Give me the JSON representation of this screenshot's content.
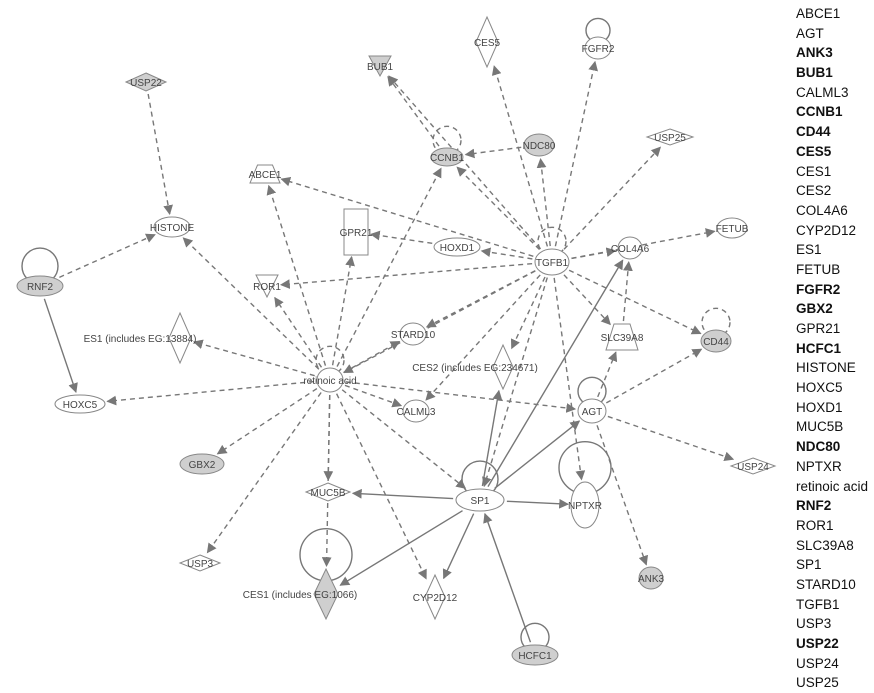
{
  "network": {
    "nodes": [
      {
        "id": "usp22",
        "label": "USP22",
        "shape": "diamond",
        "fill": "#cfcfcf"
      },
      {
        "id": "bub1",
        "label": "BUB1",
        "shape": "triangle-down",
        "fill": "#cfcfcf"
      },
      {
        "id": "ces5",
        "label": "CES5",
        "shape": "diamond",
        "fill": "#ffffff"
      },
      {
        "id": "fgfr2",
        "label": "FGFR2",
        "shape": "ellipse",
        "fill": "#ffffff"
      },
      {
        "id": "ndc80",
        "label": "NDC80",
        "shape": "circle",
        "fill": "#cfcfcf"
      },
      {
        "id": "usp25",
        "label": "USP25",
        "shape": "diamond",
        "fill": "#ffffff"
      },
      {
        "id": "ccnb1",
        "label": "CCNB1",
        "shape": "circle",
        "fill": "#cfcfcf"
      },
      {
        "id": "abce1",
        "label": "ABCE1",
        "shape": "trapezoid",
        "fill": "#ffffff"
      },
      {
        "id": "histone",
        "label": "HISTONE",
        "shape": "circle",
        "fill": "#ffffff"
      },
      {
        "id": "gpr21",
        "label": "GPR21",
        "shape": "rect",
        "fill": "#ffffff"
      },
      {
        "id": "hoxd1",
        "label": "HOXD1",
        "shape": "ellipse",
        "fill": "#ffffff"
      },
      {
        "id": "tgfb1",
        "label": "TGFB1",
        "shape": "circle",
        "fill": "#ffffff"
      },
      {
        "id": "col4a6",
        "label": "COL4A6",
        "shape": "circle",
        "fill": "#ffffff"
      },
      {
        "id": "fetub",
        "label": "FETUB",
        "shape": "circle",
        "fill": "#ffffff"
      },
      {
        "id": "rnf2",
        "label": "RNF2",
        "shape": "ellipse",
        "fill": "#cfcfcf"
      },
      {
        "id": "ror1",
        "label": "ROR1",
        "shape": "triangle-down",
        "fill": "#ffffff"
      },
      {
        "id": "stard10",
        "label": "STARD10",
        "shape": "circle",
        "fill": "#ffffff"
      },
      {
        "id": "slc39a8",
        "label": "SLC39A8",
        "shape": "trapezoid",
        "fill": "#ffffff"
      },
      {
        "id": "cd44",
        "label": "CD44",
        "shape": "circle",
        "fill": "#cfcfcf"
      },
      {
        "id": "es1",
        "label": "ES1 (includes EG:13884)",
        "shape": "diamond",
        "fill": "#ffffff"
      },
      {
        "id": "retinoic",
        "label": "retinoic acid",
        "shape": "circle",
        "fill": "#ffffff"
      },
      {
        "id": "ces2",
        "label": "CES2 (includes EG:234671)",
        "shape": "diamond",
        "fill": "#ffffff"
      },
      {
        "id": "hoxc5",
        "label": "HOXC5",
        "shape": "ellipse",
        "fill": "#ffffff"
      },
      {
        "id": "calml3",
        "label": "CALML3",
        "shape": "circle",
        "fill": "#ffffff"
      },
      {
        "id": "agt",
        "label": "AGT",
        "shape": "circle",
        "fill": "#ffffff"
      },
      {
        "id": "gbx2",
        "label": "GBX2",
        "shape": "ellipse",
        "fill": "#cfcfcf"
      },
      {
        "id": "usp24",
        "label": "USP24",
        "shape": "diamond",
        "fill": "#ffffff"
      },
      {
        "id": "muc5b",
        "label": "MUC5B",
        "shape": "diamond",
        "fill": "#ffffff"
      },
      {
        "id": "sp1",
        "label": "SP1",
        "shape": "ellipse",
        "fill": "#ffffff"
      },
      {
        "id": "nptxr",
        "label": "NPTXR",
        "shape": "ellipse",
        "fill": "#ffffff"
      },
      {
        "id": "usp3",
        "label": "USP3",
        "shape": "diamond",
        "fill": "#ffffff"
      },
      {
        "id": "ces1",
        "label": "CES1 (includes EG:1066)",
        "shape": "diamond",
        "fill": "#cfcfcf"
      },
      {
        "id": "cyp2d12",
        "label": "CYP2D12",
        "shape": "diamond",
        "fill": "#ffffff"
      },
      {
        "id": "ank3",
        "label": "ANK3",
        "shape": "circle",
        "fill": "#cfcfcf"
      },
      {
        "id": "hcfc1",
        "label": "HCFC1",
        "shape": "ellipse",
        "fill": "#cfcfcf"
      }
    ],
    "edges": [
      {
        "from": "usp22",
        "to": "histone",
        "style": "dashed"
      },
      {
        "from": "rnf2",
        "to": "histone",
        "style": "dashed"
      },
      {
        "from": "rnf2",
        "to": "hoxc5",
        "style": "solid"
      },
      {
        "from": "tgfb1",
        "to": "bub1",
        "style": "dashed"
      },
      {
        "from": "tgfb1",
        "to": "ces5",
        "style": "dashed"
      },
      {
        "from": "tgfb1",
        "to": "fgfr2",
        "style": "dashed"
      },
      {
        "from": "tgfb1",
        "to": "ndc80",
        "style": "dashed"
      },
      {
        "from": "tgfb1",
        "to": "usp25",
        "style": "dashed"
      },
      {
        "from": "tgfb1",
        "to": "ccnb1",
        "style": "dashed"
      },
      {
        "from": "tgfb1",
        "to": "abce1",
        "style": "dashed"
      },
      {
        "from": "tgfb1",
        "to": "hoxd1",
        "style": "dashed"
      },
      {
        "from": "tgfb1",
        "to": "col4a6",
        "style": "dashed"
      },
      {
        "from": "tgfb1",
        "to": "fetub",
        "style": "dashed"
      },
      {
        "from": "tgfb1",
        "to": "ror1",
        "style": "dashed"
      },
      {
        "from": "tgfb1",
        "to": "stard10",
        "style": "dashed"
      },
      {
        "from": "tgfb1",
        "to": "slc39a8",
        "style": "dashed"
      },
      {
        "from": "tgfb1",
        "to": "cd44",
        "style": "dashed"
      },
      {
        "from": "tgfb1",
        "to": "ces2",
        "style": "dashed"
      },
      {
        "from": "tgfb1",
        "to": "calml3",
        "style": "dashed"
      },
      {
        "from": "tgfb1",
        "to": "nptxr",
        "style": "dashed"
      },
      {
        "from": "tgfb1",
        "to": "sp1",
        "style": "dashed"
      },
      {
        "from": "tgfb1",
        "to": "retinoic",
        "style": "dashed"
      },
      {
        "from": "hoxd1",
        "to": "gpr21",
        "style": "dashed"
      },
      {
        "from": "ndc80",
        "to": "ccnb1",
        "style": "dashed"
      },
      {
        "from": "ccnb1",
        "to": "bub1",
        "style": "dashed"
      },
      {
        "from": "slc39a8",
        "to": "col4a6",
        "style": "dashed"
      },
      {
        "from": "retinoic",
        "to": "histone",
        "style": "dashed"
      },
      {
        "from": "retinoic",
        "to": "abce1",
        "style": "dashed"
      },
      {
        "from": "retinoic",
        "to": "gpr21",
        "style": "dashed"
      },
      {
        "from": "retinoic",
        "to": "ror1",
        "style": "dashed"
      },
      {
        "from": "retinoic",
        "to": "stard10",
        "style": "dashed"
      },
      {
        "from": "retinoic",
        "to": "es1",
        "style": "dashed"
      },
      {
        "from": "retinoic",
        "to": "hoxc5",
        "style": "dashed"
      },
      {
        "from": "retinoic",
        "to": "calml3",
        "style": "dashed"
      },
      {
        "from": "retinoic",
        "to": "gbx2",
        "style": "dashed"
      },
      {
        "from": "retinoic",
        "to": "muc5b",
        "style": "dashed"
      },
      {
        "from": "retinoic",
        "to": "usp3",
        "style": "dashed"
      },
      {
        "from": "retinoic",
        "to": "ces1",
        "style": "dashed"
      },
      {
        "from": "retinoic",
        "to": "cyp2d12",
        "style": "dashed"
      },
      {
        "from": "retinoic",
        "to": "sp1",
        "style": "dashed"
      },
      {
        "from": "retinoic",
        "to": "ccnb1",
        "style": "dashed"
      },
      {
        "from": "retinoic",
        "to": "agt",
        "style": "dashed"
      },
      {
        "from": "agt",
        "to": "slc39a8",
        "style": "dashed"
      },
      {
        "from": "agt",
        "to": "cd44",
        "style": "dashed"
      },
      {
        "from": "agt",
        "to": "usp24",
        "style": "dashed"
      },
      {
        "from": "agt",
        "to": "ank3",
        "style": "dashed"
      },
      {
        "from": "sp1",
        "to": "muc5b",
        "style": "solid"
      },
      {
        "from": "sp1",
        "to": "ces1",
        "style": "solid"
      },
      {
        "from": "sp1",
        "to": "cyp2d12",
        "style": "solid"
      },
      {
        "from": "sp1",
        "to": "nptxr",
        "style": "solid"
      },
      {
        "from": "sp1",
        "to": "agt",
        "style": "solid"
      },
      {
        "from": "sp1",
        "to": "ces2",
        "style": "solid"
      },
      {
        "from": "sp1",
        "to": "col4a6",
        "style": "solid"
      },
      {
        "from": "hcfc1",
        "to": "sp1",
        "style": "solid"
      }
    ],
    "self_loops": [
      "fgfr2",
      "ccnb1",
      "rnf2",
      "cd44",
      "agt",
      "sp1",
      "nptxr",
      "ces1",
      "hcfc1",
      "tgfb1",
      "retinoic"
    ]
  },
  "legend": {
    "items": [
      {
        "label": "ABCE1",
        "bold": false
      },
      {
        "label": "AGT",
        "bold": false
      },
      {
        "label": "ANK3",
        "bold": true
      },
      {
        "label": "BUB1",
        "bold": true
      },
      {
        "label": "CALML3",
        "bold": false
      },
      {
        "label": "CCNB1",
        "bold": true
      },
      {
        "label": "CD44",
        "bold": true
      },
      {
        "label": "CES5",
        "bold": true
      },
      {
        "label": "CES1",
        "bold": false
      },
      {
        "label": "CES2",
        "bold": false
      },
      {
        "label": "COL4A6",
        "bold": false
      },
      {
        "label": "CYP2D12",
        "bold": false
      },
      {
        "label": "ES1",
        "bold": false
      },
      {
        "label": "FETUB",
        "bold": false
      },
      {
        "label": "FGFR2",
        "bold": true
      },
      {
        "label": "GBX2",
        "bold": true
      },
      {
        "label": "GPR21",
        "bold": false
      },
      {
        "label": "HCFC1",
        "bold": true
      },
      {
        "label": "HISTONE",
        "bold": false
      },
      {
        "label": "HOXC5",
        "bold": false
      },
      {
        "label": "HOXD1",
        "bold": false
      },
      {
        "label": "MUC5B",
        "bold": false
      },
      {
        "label": "NDC80",
        "bold": true
      },
      {
        "label": "NPTXR",
        "bold": false
      },
      {
        "label": "retinoic acid",
        "bold": false
      },
      {
        "label": "RNF2",
        "bold": true
      },
      {
        "label": "ROR1",
        "bold": false
      },
      {
        "label": "SLC39A8",
        "bold": false
      },
      {
        "label": "SP1",
        "bold": false
      },
      {
        "label": "STARD10",
        "bold": false
      },
      {
        "label": "TGFB1",
        "bold": false
      },
      {
        "label": "USP3",
        "bold": false
      },
      {
        "label": "USP22",
        "bold": true
      },
      {
        "label": "USP24",
        "bold": false
      },
      {
        "label": "USP25",
        "bold": false
      }
    ]
  },
  "colors": {
    "edge": "#777777",
    "node_stroke": "#888888",
    "highlight_fill": "#cfcfcf",
    "label": "#444444"
  }
}
